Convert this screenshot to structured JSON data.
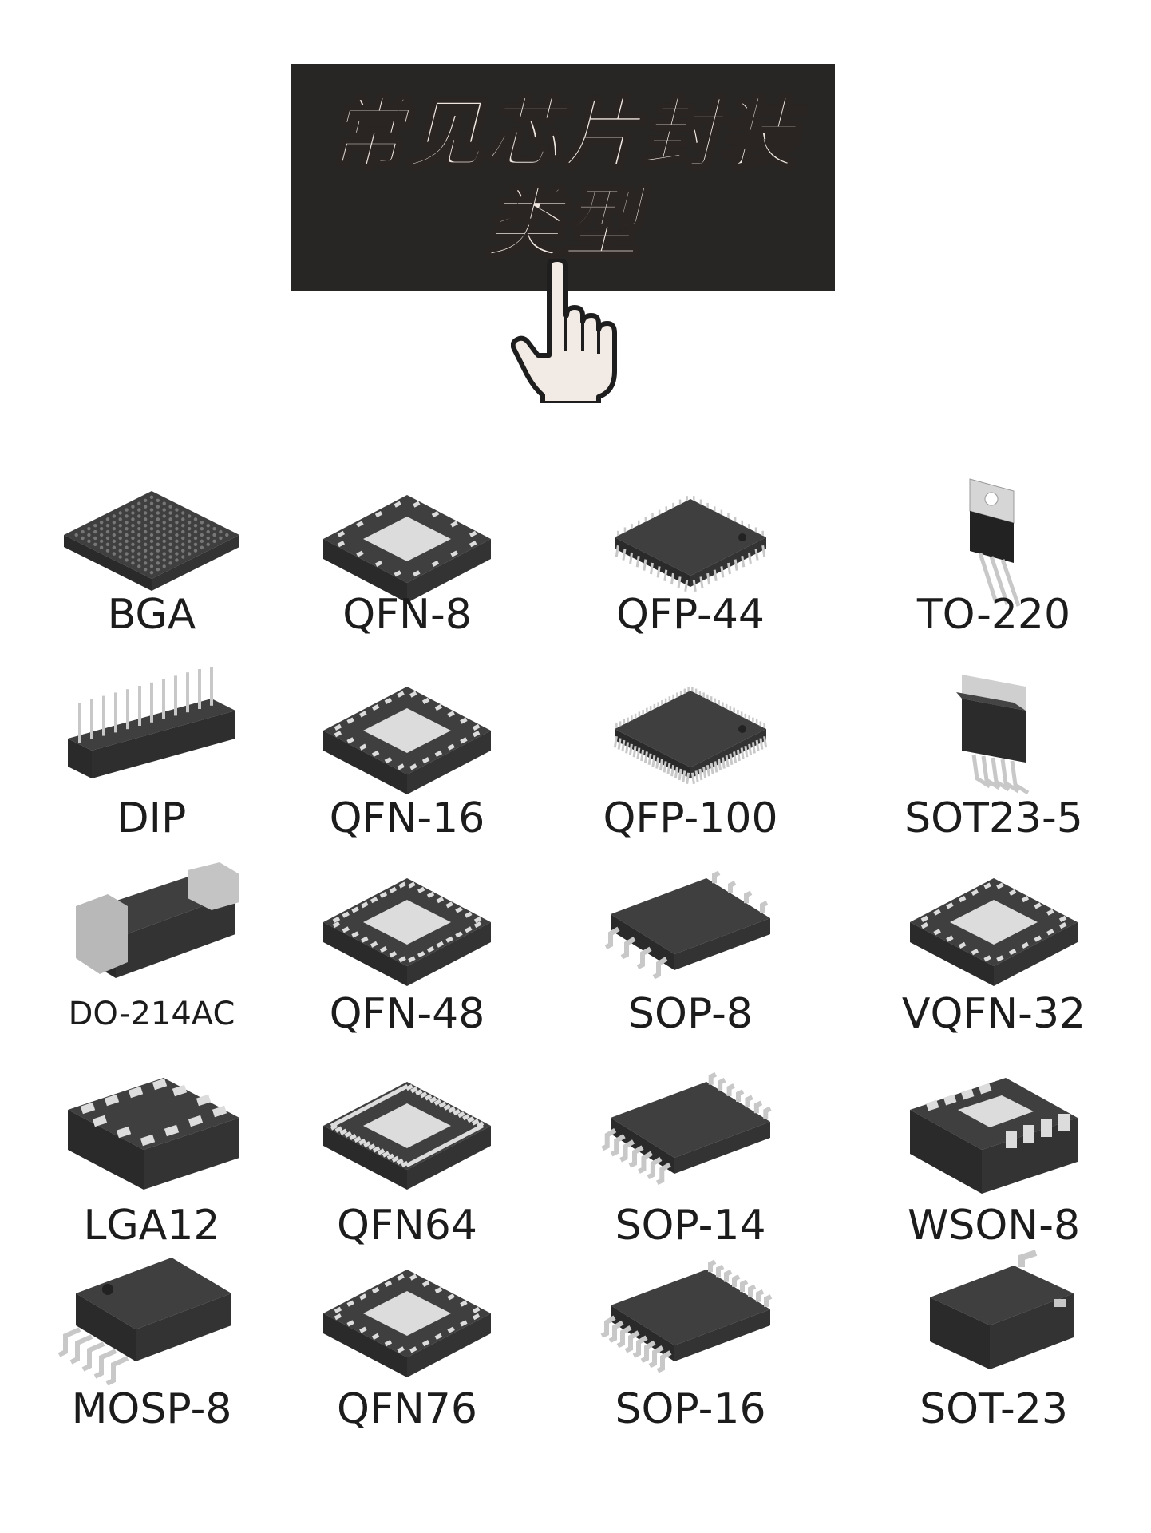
{
  "banner": {
    "title_line1": "常见芯片封装",
    "title_line2": "类型"
  },
  "hand_icon": "pointing-hand-icon",
  "packages": [
    {
      "label": "BGA",
      "icon": "bga-chip-icon"
    },
    {
      "label": "QFN-8",
      "icon": "qfn-chip-icon"
    },
    {
      "label": "QFP-44",
      "icon": "qfp-chip-icon"
    },
    {
      "label": "TO-220",
      "icon": "to220-chip-icon"
    },
    {
      "label": "DIP",
      "icon": "dip-chip-icon"
    },
    {
      "label": "QFN-16",
      "icon": "qfn-chip-icon"
    },
    {
      "label": "QFP-100",
      "icon": "qfp-chip-icon"
    },
    {
      "label": "SOT23-5",
      "icon": "sot23-5-chip-icon"
    },
    {
      "label": "DO-214AC",
      "icon": "do214ac-chip-icon"
    },
    {
      "label": "QFN-48",
      "icon": "qfn-chip-icon"
    },
    {
      "label": "SOP-8",
      "icon": "sop-chip-icon"
    },
    {
      "label": "VQFN-32",
      "icon": "qfn-chip-icon"
    },
    {
      "label": "LGA12",
      "icon": "lga-chip-icon"
    },
    {
      "label": "QFN64",
      "icon": "qfn-chip-icon"
    },
    {
      "label": "SOP-14",
      "icon": "sop-chip-icon"
    },
    {
      "label": "WSON-8",
      "icon": "wson-chip-icon"
    },
    {
      "label": "MOSP-8",
      "icon": "msop-chip-icon"
    },
    {
      "label": "QFN76",
      "icon": "qfn-chip-icon"
    },
    {
      "label": "SOP-16",
      "icon": "sop-chip-icon"
    },
    {
      "label": "SOT-23",
      "icon": "sot23-chip-icon"
    }
  ],
  "colors": {
    "banner_bg": "#282624",
    "chip_body": "#3d3d3d",
    "pad": "#e0e0e0"
  }
}
